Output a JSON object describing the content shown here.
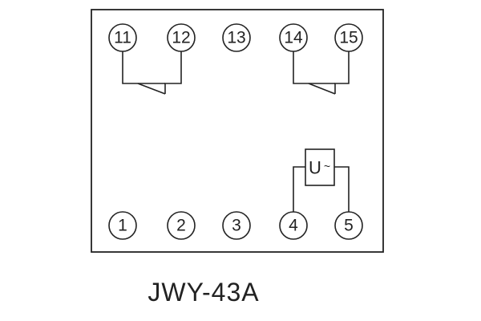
{
  "terminals_top": [
    "11",
    "12",
    "13",
    "14",
    "15"
  ],
  "terminals_bottom": [
    "1",
    "2",
    "3",
    "4",
    "5"
  ],
  "relay": {
    "symbol": "U",
    "mark": "~"
  },
  "model": "JWY-43A",
  "colors": {
    "line": "#222222",
    "background": "#ffffff"
  }
}
